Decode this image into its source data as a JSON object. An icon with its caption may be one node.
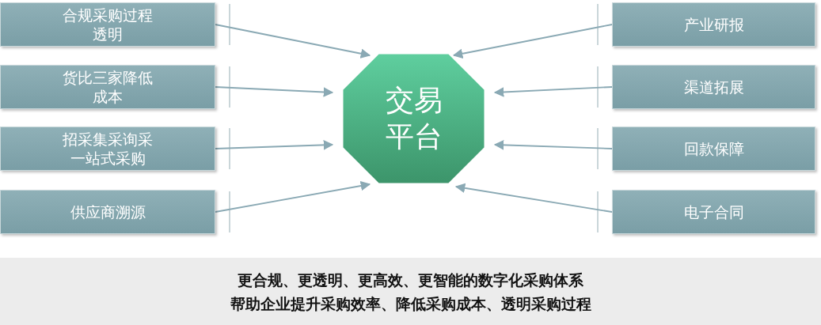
{
  "diagram": {
    "nodes": [
      {
        "text": [
          "合规采购过程透明"
        ]
      },
      {
        "text": [
          "货比三家降低成本"
        ]
      },
      {
        "text": [
          "招采集采询采一站式采购"
        ]
      },
      {
        "text": [
          "供应商溯源"
        ]
      },
      {
        "text": [
          "交易平台"
        ]
      },
      {
        "text": [
          "产业研报"
        ]
      },
      {
        "text": [
          "渠道拓展"
        ]
      },
      {
        "text": [
          "回款保障"
        ]
      },
      {
        "text": [
          "电子合同"
        ]
      }
    ],
    "edges": [
      {
        "from": 0,
        "to": 4,
        "arrow": "to"
      },
      {
        "from": 1,
        "to": 4,
        "arrow": "to"
      },
      {
        "from": 2,
        "to": 4,
        "arrow": "to"
      },
      {
        "from": 3,
        "to": 4,
        "arrow": "to"
      },
      {
        "from": 5,
        "to": 4,
        "arrow": "to"
      },
      {
        "from": 6,
        "to": 4,
        "arrow": "to"
      },
      {
        "from": 7,
        "to": 4,
        "arrow": "to"
      },
      {
        "from": 8,
        "to": 4,
        "arrow": "to"
      }
    ],
    "labels": [
      "更合规、更透明、更高效、更智能的数字化采购体系",
      "帮助企业提升采购效率、降低采购成本、透明采购过程"
    ]
  }
}
